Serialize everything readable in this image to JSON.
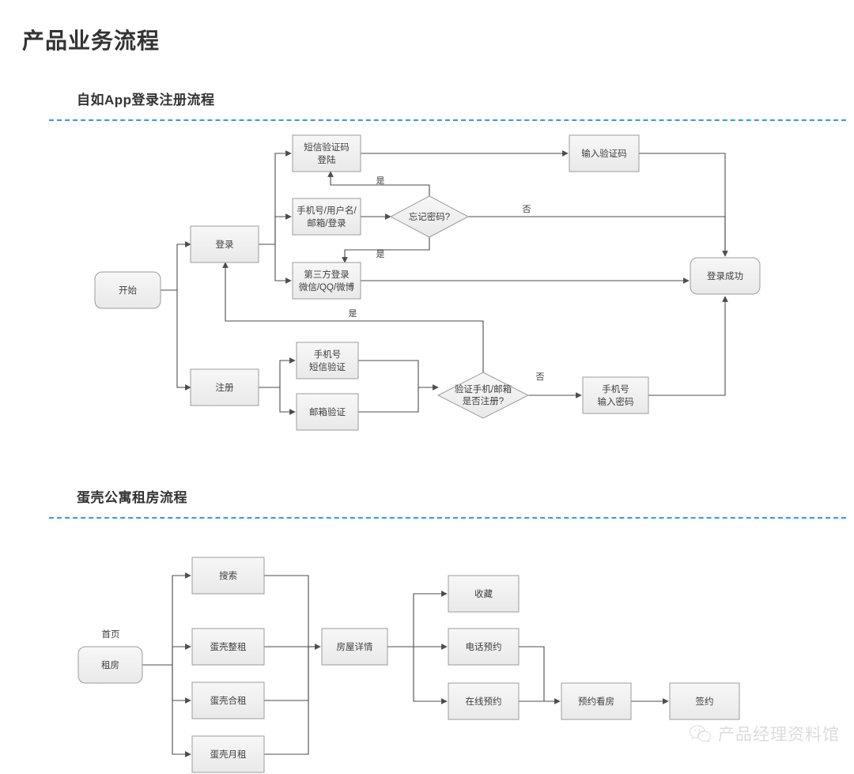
{
  "page": {
    "title": "产品业务流程",
    "background": "#ffffff",
    "divider_color": "#27a3dd",
    "node_fill": "#f0f0f0",
    "node_stroke": "#9c9c9c",
    "edge_color": "#4d4d4d"
  },
  "watermark": {
    "icon": "wechat-icon",
    "text": "产品经理资料馆"
  },
  "sections": [
    {
      "id": "login-register",
      "title": "自如App登录注册流程",
      "nodes": [
        {
          "id": "start",
          "label": "开始",
          "shape": "rounded"
        },
        {
          "id": "login",
          "label": "登录",
          "shape": "rect"
        },
        {
          "id": "sms-login",
          "label": "短信验证码\n登陆",
          "shape": "rect"
        },
        {
          "id": "pwd-login",
          "label": "手机号/用户名/\n邮箱/登录",
          "shape": "rect"
        },
        {
          "id": "third-login",
          "label": "第三方登录\n微信/QQ/微博",
          "shape": "rect"
        },
        {
          "id": "forgot-pwd",
          "label": "忘记密码?",
          "shape": "diamond"
        },
        {
          "id": "input-code",
          "label": "输入验证码",
          "shape": "rect"
        },
        {
          "id": "login-ok",
          "label": "登录成功",
          "shape": "rounded"
        },
        {
          "id": "register",
          "label": "注册",
          "shape": "rect"
        },
        {
          "id": "phone-sms",
          "label": "手机号\n短信验证",
          "shape": "rect"
        },
        {
          "id": "email-verify",
          "label": "邮箱验证",
          "shape": "rect"
        },
        {
          "id": "check-reg",
          "label": "验证手机/邮箱\n是否注册?",
          "shape": "diamond"
        },
        {
          "id": "phone-pwd",
          "label": "手机号\n输入密码",
          "shape": "rect"
        }
      ],
      "edge_labels": [
        {
          "id": "yes-sms",
          "text": "是"
        },
        {
          "id": "no-forgot",
          "text": "否"
        },
        {
          "id": "yes-third",
          "text": "是"
        },
        {
          "id": "yes-login",
          "text": "是"
        },
        {
          "id": "no-reg",
          "text": "否"
        }
      ]
    },
    {
      "id": "rent-flow",
      "title": "蛋壳公寓租房流程",
      "free_labels": [
        {
          "id": "home-label",
          "text": "首页"
        }
      ],
      "nodes": [
        {
          "id": "rent",
          "label": "租房",
          "shape": "rounded"
        },
        {
          "id": "search",
          "label": "搜索",
          "shape": "rect"
        },
        {
          "id": "whole-rent",
          "label": "蛋壳整租",
          "shape": "rect"
        },
        {
          "id": "share-rent",
          "label": "蛋壳合租",
          "shape": "rect"
        },
        {
          "id": "month-rent",
          "label": "蛋壳月租",
          "shape": "rect"
        },
        {
          "id": "house-detail",
          "label": "房屋详情",
          "shape": "rect"
        },
        {
          "id": "favorite",
          "label": "收藏",
          "shape": "rect"
        },
        {
          "id": "phone-book",
          "label": "电话预约",
          "shape": "rect"
        },
        {
          "id": "online-book",
          "label": "在线预约",
          "shape": "rect"
        },
        {
          "id": "view-house",
          "label": "预约看房",
          "shape": "rect"
        },
        {
          "id": "sign",
          "label": "签约",
          "shape": "rect"
        }
      ]
    }
  ]
}
